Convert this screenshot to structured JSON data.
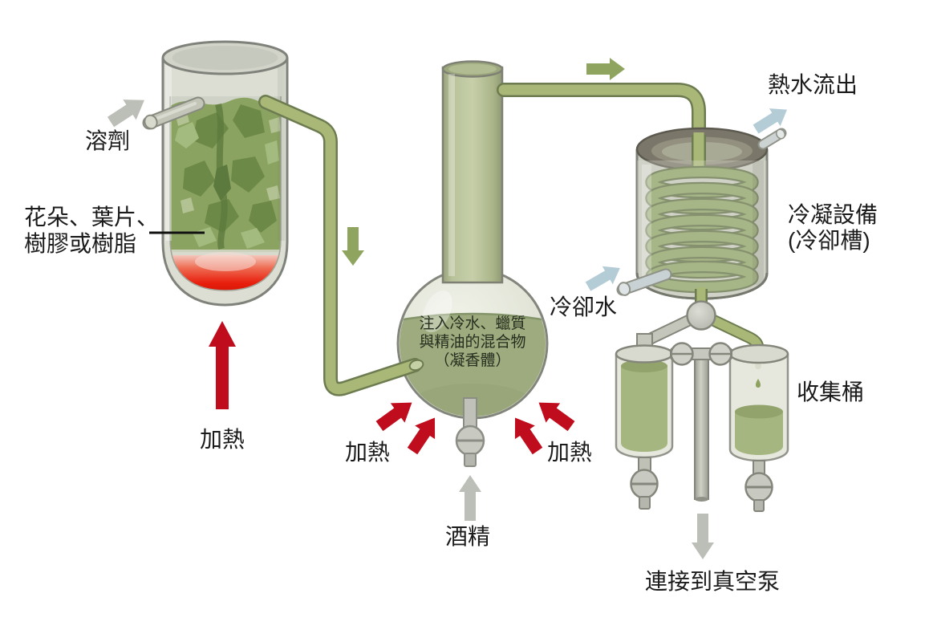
{
  "diagram": {
    "subject": "essential-oil-solvent-extraction-and-distillation-process",
    "labels": {
      "solvent": "溶劑",
      "plant_material": [
        "花朵、葉片、",
        "樹膠或樹脂"
      ],
      "heat_vessel": "加熱",
      "heat_flask_left": "加熱",
      "heat_flask_right": "加熱",
      "flask_contents": [
        "注入冷水、蠟質",
        "與精油的混合物",
        "（凝香體）"
      ],
      "alcohol": "酒精",
      "hot_water_out": "熱水流出",
      "condenser": [
        "冷凝設備",
        "(冷卻槽)"
      ],
      "cooling_water": "冷卻水",
      "collection_barrel": "收集桶",
      "vacuum_pump": "連接到真空泵"
    },
    "icons": {
      "solvent_flow_arrow": "gray-arrow-up-right",
      "heat_arrow_vessel": "red-arrow-up",
      "pipe_downflow_arrow": "green-arrow-down",
      "heat_arrows_flask": "red-diagonal-arrows-x4",
      "alcohol_flow_arrow": "gray-arrow-up",
      "vapor_flow_arrow": "green-arrow-right",
      "cooling_water_arrow": "blue-arrow-up-right",
      "hot_water_out_arrow": "blue-arrow-up-right",
      "vacuum_flow_arrow": "gray-arrow-down"
    },
    "colors": {
      "heat_arrow_red": "#c00d1e",
      "flow_arrow_green": "#8fa45f",
      "water_arrow_blue": "#b3ccd6",
      "neutral_arrow_gray": "#bcbfb8",
      "pipe_green": "#a9b877",
      "liquid_green": "#9dab7e",
      "plant_green": "#8ba361",
      "red_liquid": "#e8200e",
      "glass_gray": "#dcded3"
    }
  }
}
